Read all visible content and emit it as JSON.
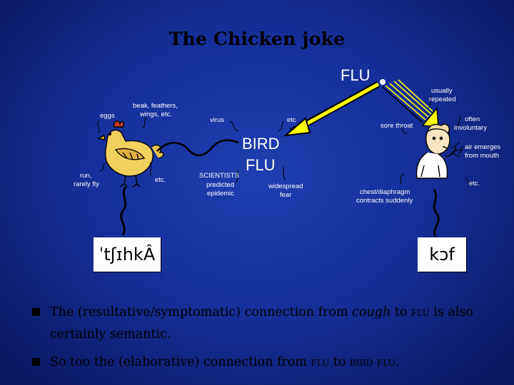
{
  "title": "The Chicken joke",
  "nodes": {
    "flu": "FLU",
    "bird_flu_line1": "BIRD",
    "bird_flu_line2": "FLU"
  },
  "chicken_labels": {
    "eggs": "eggs",
    "beak_line1": "beak, feathers,",
    "beak_line2": "wings, etc.",
    "run_line1": "run,",
    "run_line2": "rarely fly",
    "etc": "etc."
  },
  "bird_flu_labels": {
    "virus": "virus",
    "etc": "etc",
    "scientists_line1": "SCIENTISTS",
    "scientists_line2": "predicted",
    "scientists_line3": "epidemic",
    "fear_line1": "widespread",
    "fear_line2": "fear"
  },
  "cough_labels": {
    "repeated_line1": "usually",
    "repeated_line2": "repeated",
    "sore_throat": "sore throat",
    "involuntary_line1": "often",
    "involuntary_line2": "involuntary",
    "air_line1": "air emerges",
    "air_line2": "from mouth",
    "etc": "etc.",
    "chest_line1": "chest/diaphragm",
    "chest_line2": "contracts suddenly"
  },
  "phonology": {
    "chicken": "ˈtʃɪhkÂ",
    "cough": "kɔf"
  },
  "bullets": {
    "b1_pre": "The (resultative/symptomatic) connection from ",
    "b1_cough": "cough",
    "b1_mid": " to ",
    "b1_flu": "flu",
    "b1_post": " is also certainly semantic.",
    "b2_pre": "So too the (elaborative) connection from ",
    "b2_flu": "flu",
    "b2_mid": " to ",
    "b2_birdflu": "bird flu",
    "b2_post": "."
  },
  "colors": {
    "background": "#15309a",
    "arrow": "#ffff00",
    "text_light": "#ffffff",
    "text_dark": "#000000"
  }
}
